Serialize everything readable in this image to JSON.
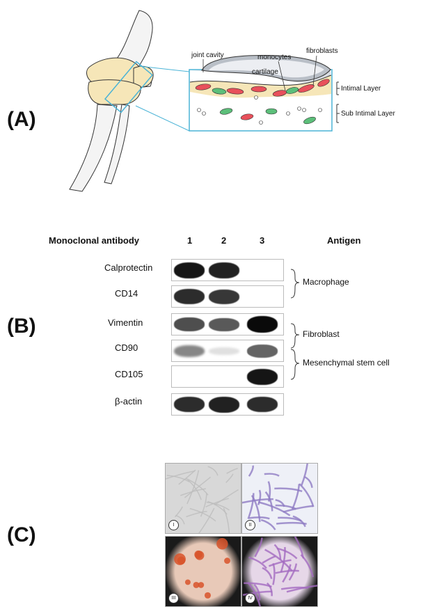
{
  "panels": {
    "a": "(A)",
    "b": "(B)",
    "c": "(C)"
  },
  "diagram_a": {
    "labels": {
      "joint_cavity": "joint cavity",
      "monocytes": "monocytes",
      "fibroblasts": "fibroblasts",
      "cartilage": "cartilage",
      "intimal_layer": "Intimal Layer",
      "sub_intimal_layer": "Sub Intimal Layer"
    },
    "colors": {
      "bone_outline": "#333333",
      "cartilage_fill": "#f6e6b8",
      "inset_border": "#4ab3d6",
      "fibroblast": "#e8505b",
      "monocyte": "#5cbf7a"
    }
  },
  "blot_b": {
    "header": {
      "antibody": "Monoclonal antibody",
      "lanes": [
        "1",
        "2",
        "3"
      ],
      "antigen": "Antigen"
    },
    "rows": [
      {
        "label": "Calprotectin",
        "lanes": [
          0.95,
          0.9,
          0.0
        ]
      },
      {
        "label": "CD14",
        "lanes": [
          0.85,
          0.8,
          0.0
        ]
      },
      {
        "label": "Vimentin",
        "lanes": [
          0.7,
          0.65,
          1.0
        ]
      },
      {
        "label": "CD90",
        "lanes": [
          0.45,
          0.05,
          0.6
        ]
      },
      {
        "label": "CD105",
        "lanes": [
          0.0,
          0.0,
          0.95
        ]
      },
      {
        "label": "β-actin",
        "lanes": [
          0.85,
          0.9,
          0.85
        ]
      }
    ],
    "groups": {
      "macrophage": "Macrophage",
      "fibroblast": "Fibroblast",
      "msc": "Mesenchymal stem cell"
    }
  },
  "micro_c": {
    "panels": [
      {
        "label": "I",
        "colors": [
          "#d8d8d8",
          "#bdbdbd"
        ]
      },
      {
        "label": "II",
        "colors": [
          "#eef0f7",
          "#8e7cc3"
        ]
      },
      {
        "label": "III",
        "colors": [
          "#e8c9b8",
          "#d8542a"
        ]
      },
      {
        "label": "IV",
        "colors": [
          "#e6d7e8",
          "#a46cc0"
        ]
      }
    ]
  }
}
